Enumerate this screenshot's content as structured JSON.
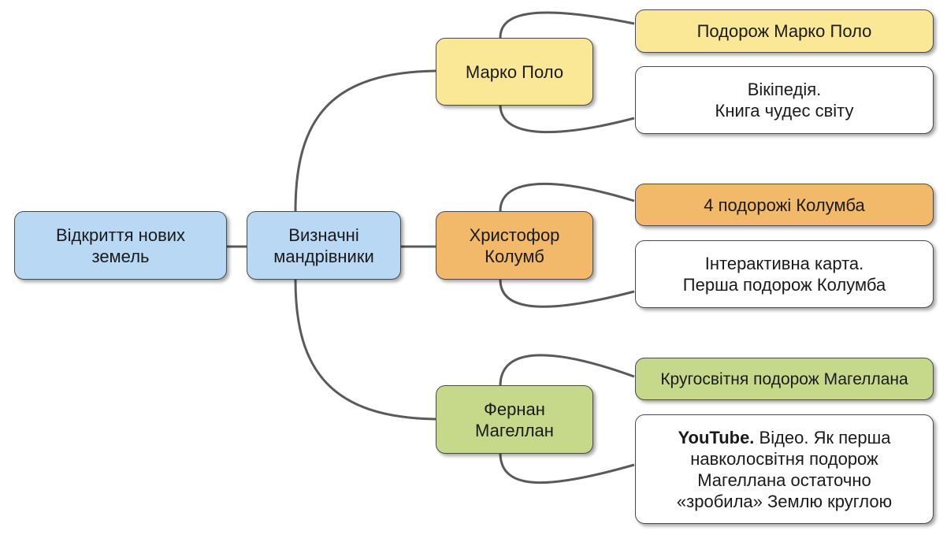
{
  "root": {
    "label": "Відкриття нових\nземель",
    "color": "#b8d8f4"
  },
  "hub": {
    "label": "Визначні\nмандрівники",
    "color": "#b8d8f4"
  },
  "travelers": [
    {
      "label": "Марко Поло",
      "color": "#fbe896",
      "link_label": "Подорож Марко Поло",
      "resource_label": "Вікіпедія.\nКнига чудес світу"
    },
    {
      "label": "Христофор\nКолумб",
      "color": "#f2b96a",
      "link_label": "4 подорожі Колумба",
      "resource_label": "Інтерактивна карта.\nПерша подорож Колумба"
    },
    {
      "label": "Фернан\nМагеллан",
      "color": "#c6d98a",
      "link_label": "Кругосвітня подорож Магеллана",
      "resource_source": "YouTube.",
      "resource_label": " Відео. Як перша\nнавколосвітня подорож\nМагеллана остаточно\n«зробила» Землю круглою"
    }
  ]
}
